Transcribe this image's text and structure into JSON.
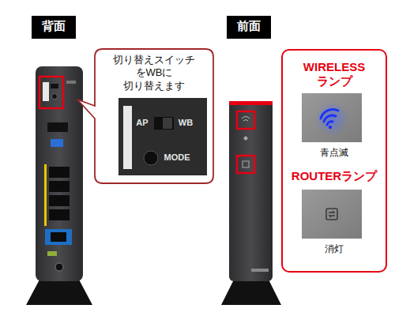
{
  "diagram": {
    "nodes": [
      {
        "text": [
          "背面"
        ]
      },
      {
        "text": [
          "前面"
        ]
      },
      {
        "text": [
          "切り替えスイッチ をWBに 切り替えます"
        ]
      },
      {
        "text": [
          "AP",
          "WB",
          "MODE"
        ],
        "in": 2
      },
      {
        "text": [
          "WIRELESS ランプ",
          "青点滅",
          "ROUTERランプ",
          "消灯"
        ]
      }
    ]
  }
}
